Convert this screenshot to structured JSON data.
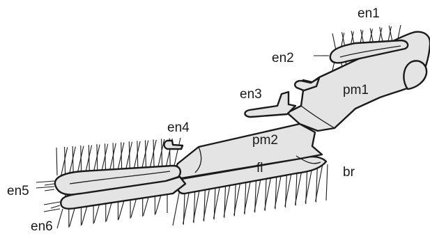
{
  "labels": {
    "en1": "en1",
    "en2": "en2",
    "en3": "en3",
    "en4": "en4",
    "en5": "en5",
    "en6": "en6",
    "pm1": "pm1",
    "pm2": "pm2",
    "fl": "fl",
    "br": "br"
  },
  "colors": {
    "fill": "#e4e4e4",
    "stroke": "#1a1a1a",
    "background": "#ffffff"
  }
}
